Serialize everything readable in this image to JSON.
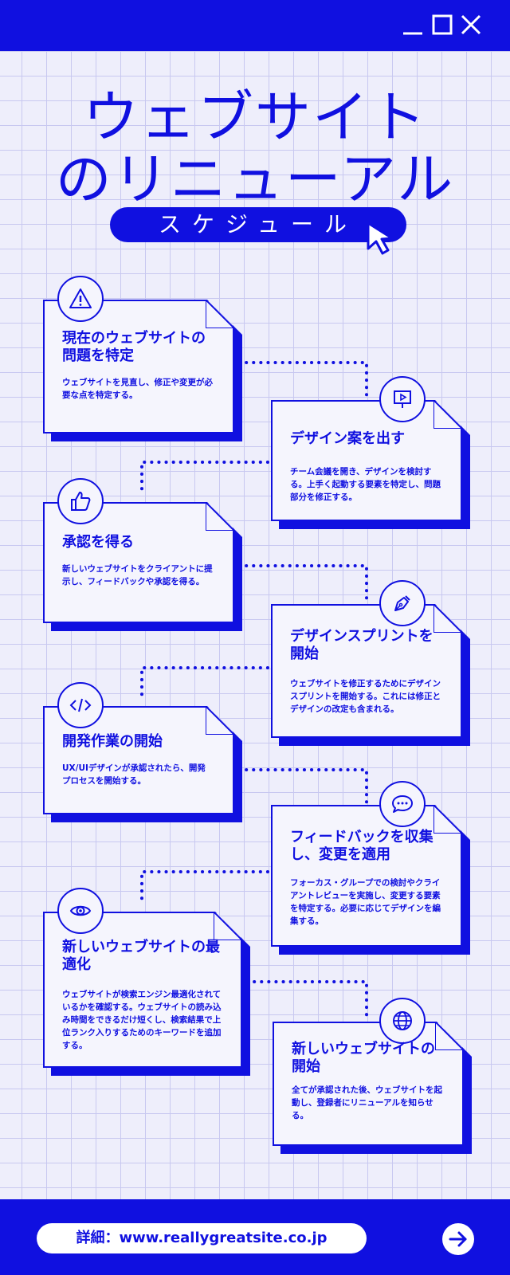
{
  "title_line1": "ウェブサイト",
  "title_line2": "のリニューアル",
  "subtitle": "スケジュール",
  "colors": {
    "primary": "#1010e0",
    "background": "#eeeefb",
    "card": "#f5f5fd"
  },
  "steps": [
    {
      "icon": "warning-icon",
      "heading": "現在のウェブサイトの問題を特定",
      "body": "ウェブサイトを見直し、修正や変更が必要な点を特定する。"
    },
    {
      "icon": "presentation-icon",
      "heading": "デザイン案を出す",
      "body": "チーム会議を開き、デザインを検討する。上手く起動する要素を特定し、問題部分を修正する。"
    },
    {
      "icon": "thumbs-up-icon",
      "heading": "承認を得る",
      "body": "新しいウェブサイトをクライアントに提示し、フィードバックや承認を得る。"
    },
    {
      "icon": "pen-icon",
      "heading": "デザインスプリントを開始",
      "body": "ウェブサイトを修正するためにデザインスプリントを開始する。これには修正とデザインの改定も含まれる。"
    },
    {
      "icon": "code-icon",
      "heading": "開発作業の開始",
      "body": "UX/UIデザインが承認されたら、開発プロセスを開始する。"
    },
    {
      "icon": "chat-icon",
      "heading": "フィードバックを収集し、変更を適用",
      "body": "フォーカス・グループでの検討やクライアントレビューを実施し、変更する要素を特定する。必要に応じてデザインを編集する。"
    },
    {
      "icon": "eye-icon",
      "heading": "新しいウェブサイトの最適化",
      "body": "ウェブサイトが検索エンジン最適化されているかを確認する。ウェブサイトの読み込み時間をできるだけ短くし、検索結果で上位ランク入りするためのキーワードを追加する。"
    },
    {
      "icon": "globe-icon",
      "heading": "新しいウェブサイトの開始",
      "body": "全てが承認された後、ウェブサイトを起動し、登録者にリニューアルを知らせる。"
    }
  ],
  "footer": {
    "details": "詳細：www.reallygreatsite.co.jp"
  }
}
